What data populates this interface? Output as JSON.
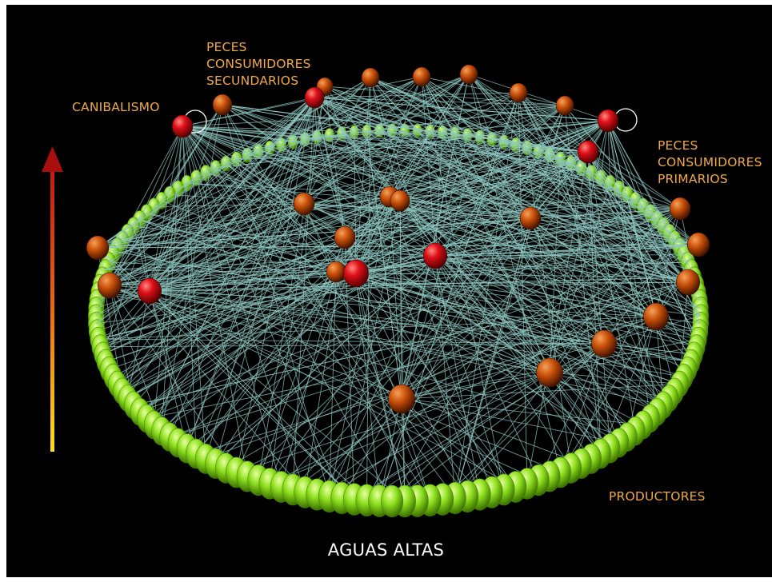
{
  "title": "AGUAS ALTAS",
  "labels": {
    "cannibalism": "CANIBALISMO",
    "secondary": [
      "PECES",
      "CONSUMIDORES",
      "SECUNDARIOS"
    ],
    "primary": [
      "PECES",
      "CONSUMIDORES",
      "PRIMARIOS"
    ],
    "producers": "PRODUCTORES"
  },
  "colors": {
    "background": "#000000",
    "label": "#f0a84a",
    "title": "#ffffff",
    "producer_ring": "#8ee01f",
    "link": "#8fc7c2",
    "top_predator": "#e0101a",
    "consumer": "#c9500a",
    "arrow_top": "#c81414",
    "arrow_bottom": "#ffe01a"
  },
  "node_types": [
    "producer",
    "consumer",
    "top-predator"
  ],
  "icons": {
    "trophic_level_arrow": "up-arrow-icon"
  }
}
